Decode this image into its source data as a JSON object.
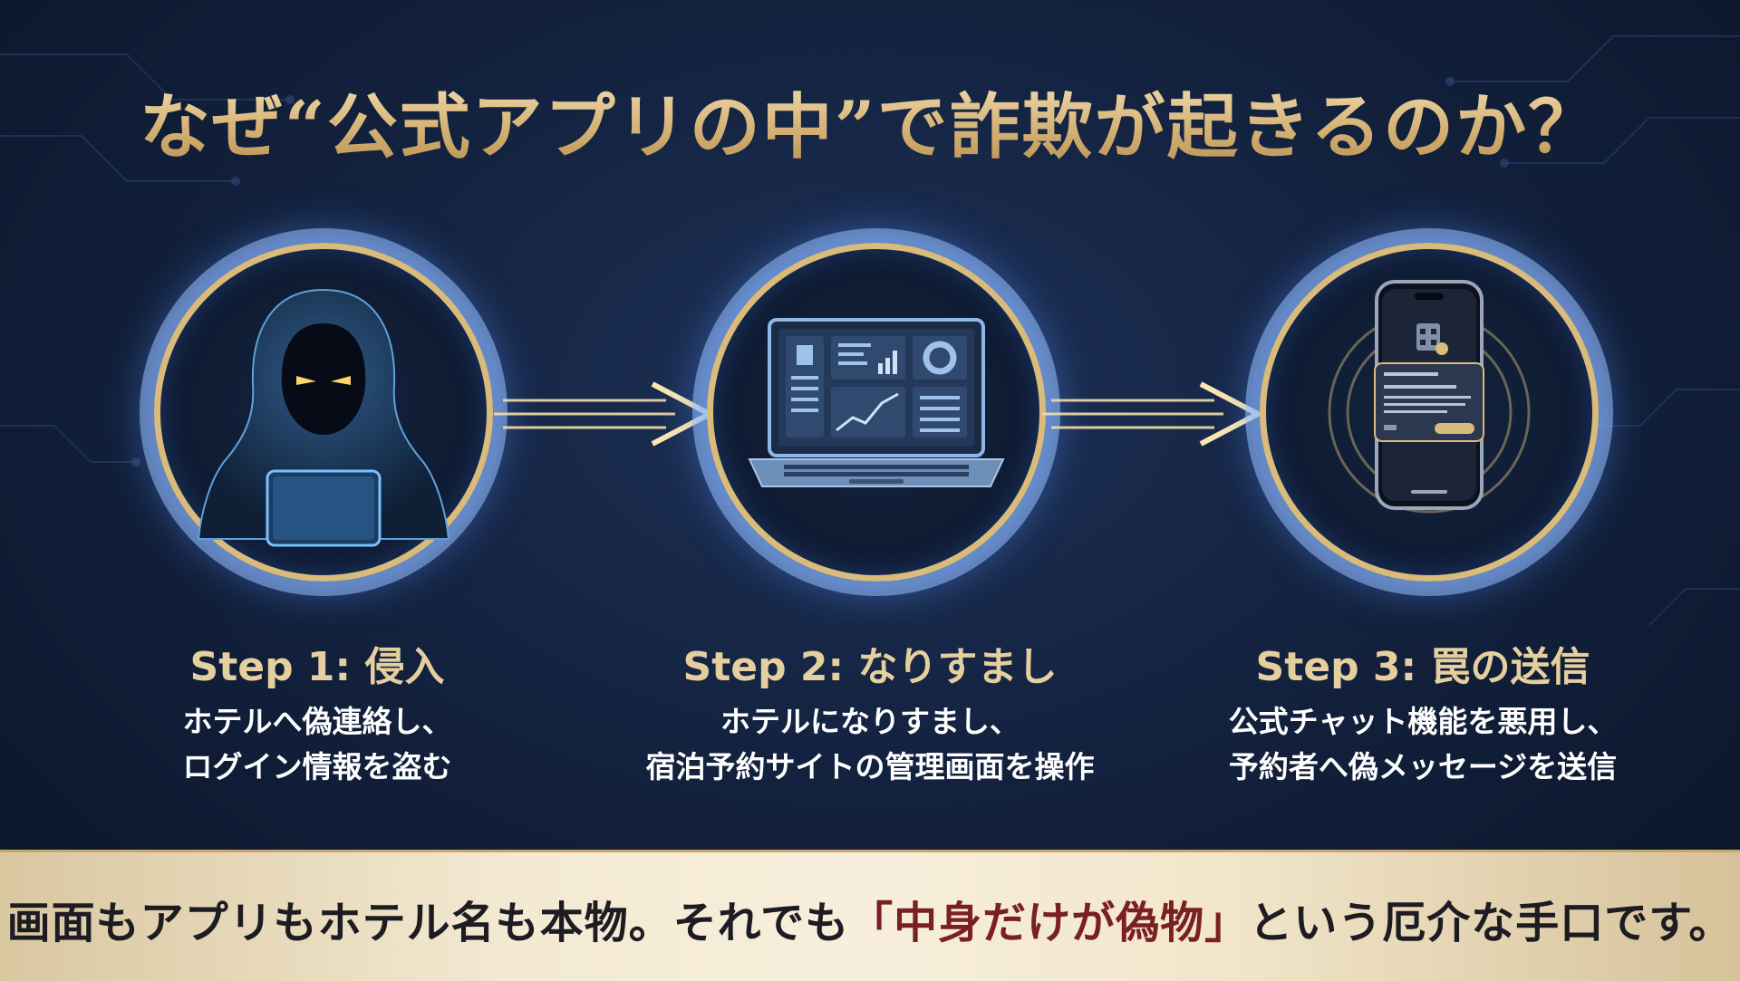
{
  "title": "なぜ“公式アプリの中”で詐欺が起きるのか？",
  "steps": [
    {
      "title": "Step 1: 侵入",
      "lines": [
        "ホテルへ偽連絡し、",
        "ログイン情報を盗む"
      ]
    },
    {
      "title": "Step 2: なりすまし",
      "lines": [
        "ホテルになりすまし、",
        "宿泊予約サイトの管理画面を操作"
      ]
    },
    {
      "title": "Step 3: 罠の送信",
      "lines": [
        "公式チャット機能を悪用し、",
        "予約者へ偽メッセージを送信"
      ]
    }
  ],
  "banner": {
    "part1": "画面もアプリもホテル名も本物。それでも",
    "highlight": "「中身だけが偽物」",
    "part2": "という厄介な手口です。"
  },
  "colors": {
    "gold": "#d9bb7c",
    "glow": "#8fb6ff",
    "highlight": "#7a1f22",
    "background": "#13223f"
  },
  "icons": [
    "hacker-icon",
    "laptop-dashboard-icon",
    "smartphone-message-icon",
    "arrow-right-icon"
  ]
}
